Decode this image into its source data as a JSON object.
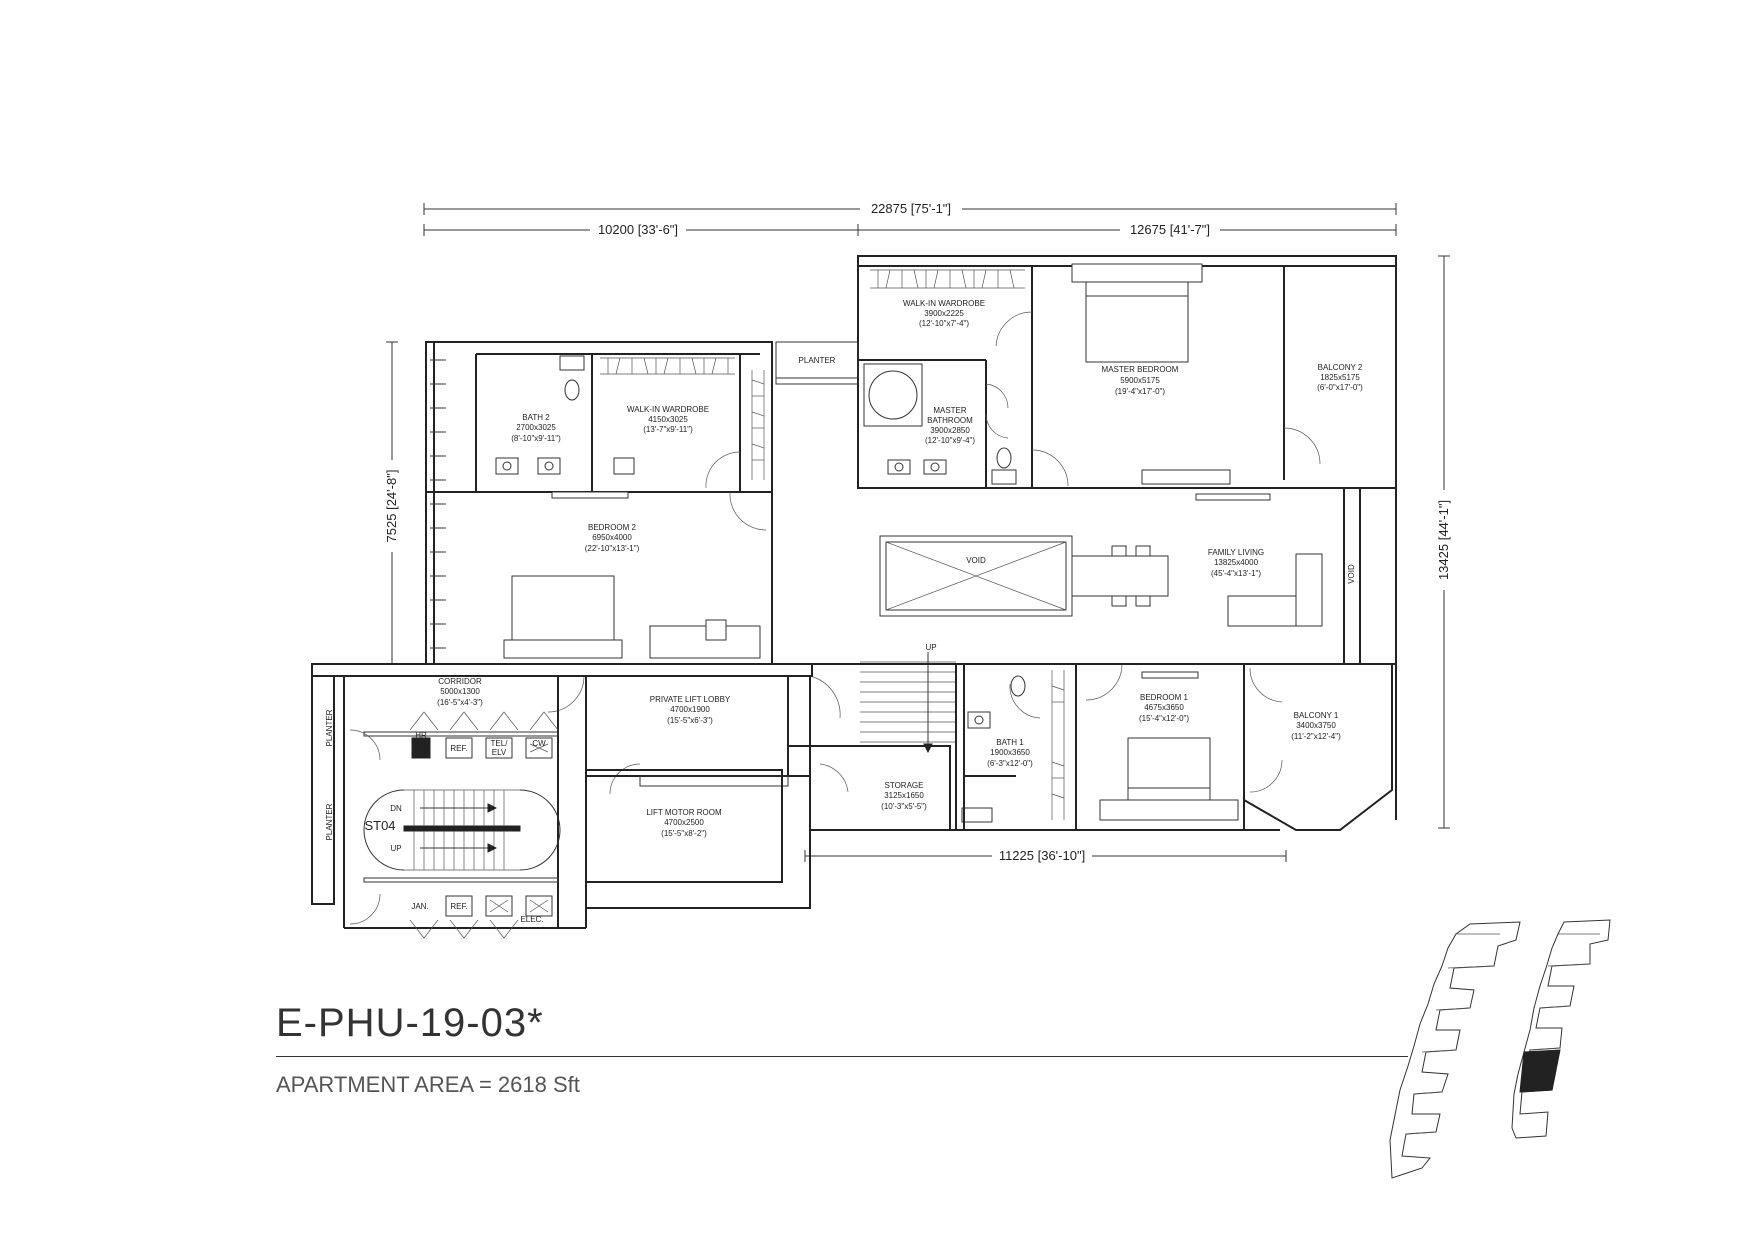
{
  "unit": {
    "code": "E-PHU-19-03*",
    "area_label": "APARTMENT AREA",
    "area_value": "= 2618 Sft"
  },
  "dimensions": {
    "overall_width": "22875 [75'-1\"]",
    "left_width": "10200 [33'-6\"]",
    "right_width": "12675 [41'-7\"]",
    "left_height": "7525 [24'-8\"]",
    "right_height": "13425 [44'-1\"]",
    "bottom_width": "11225 [36'-10\"]"
  },
  "rooms": {
    "walkin_wardrobe_master": {
      "name": "WALK-IN WARDROBE",
      "size": "3900x2225",
      "imperial": "(12'-10\"x7'-4\")"
    },
    "master_bedroom": {
      "name": "MASTER BEDROOM",
      "size": "5900x5175",
      "imperial": "(19'-4\"x17'-0\")"
    },
    "balcony_2": {
      "name": "BALCONY 2",
      "size": "1825x5175",
      "imperial": "(6'-0\"x17'-0\")"
    },
    "master_bathroom": {
      "name_1": "MASTER",
      "name_2": "BATHROOM",
      "size": "3900x2850",
      "imperial": "(12'-10\"x9'-4\")"
    },
    "planter_top": {
      "name": "PLANTER"
    },
    "bath_2": {
      "name": "BATH 2",
      "size": "2700x3025",
      "imperial": "(8'-10\"x9'-11\")"
    },
    "walkin_wardrobe_2": {
      "name": "WALK-IN WARDROBE",
      "size": "4150x3025",
      "imperial": "(13'-7\"x9'-11\")"
    },
    "bedroom_2": {
      "name": "BEDROOM 2",
      "size": "6950x4000",
      "imperial": "(22'-10\"x13'-1\")"
    },
    "void_center": {
      "name": "VOID"
    },
    "family_living": {
      "name": "FAMILY LIVING",
      "size": "13825x4000",
      "imperial": "(45'-4\"x13'-1\")"
    },
    "void_side": {
      "name": "VOID"
    },
    "corridor": {
      "name": "CORRIDOR",
      "size": "5000x1300",
      "imperial": "(16'-5\"x4'-3\")"
    },
    "private_lift_lobby": {
      "name": "PRIVATE LIFT LOBBY",
      "size": "4700x1900",
      "imperial": "(15'-5\"x6'-3\")"
    },
    "lift_motor_room": {
      "name": "LIFT MOTOR ROOM",
      "size": "4700x2500",
      "imperial": "(15'-5\"x8'-2\")"
    },
    "storage": {
      "name": "STORAGE",
      "size": "3125x1650",
      "imperial": "(10'-3\"x5'-5\")"
    },
    "bath_1": {
      "name": "BATH 1",
      "size": "1900x3650",
      "imperial": "(6'-3\"x12'-0\")"
    },
    "bedroom_1": {
      "name": "BEDROOM 1",
      "size": "4675x3650",
      "imperial": "(15'-4\"x12'-0\")"
    },
    "balcony_1": {
      "name": "BALCONY 1",
      "size": "3400x3750",
      "imperial": "(11'-2\"x12'-4\")"
    }
  },
  "core_labels": {
    "planter_upper": "PLANTER",
    "planter_lower": "PLANTER",
    "stair": "ST04",
    "dn": "DN",
    "up": "UP",
    "stair_up": "UP",
    "ref_upper": "REF.",
    "tel": "TEL/",
    "elv": "ELV",
    "cw": "CW",
    "jan": "JAN.",
    "ref_lower": "REF.",
    "elec": "ELEC.",
    "hr": "HR"
  },
  "key_plan": {
    "highlight_color": "#222222"
  }
}
